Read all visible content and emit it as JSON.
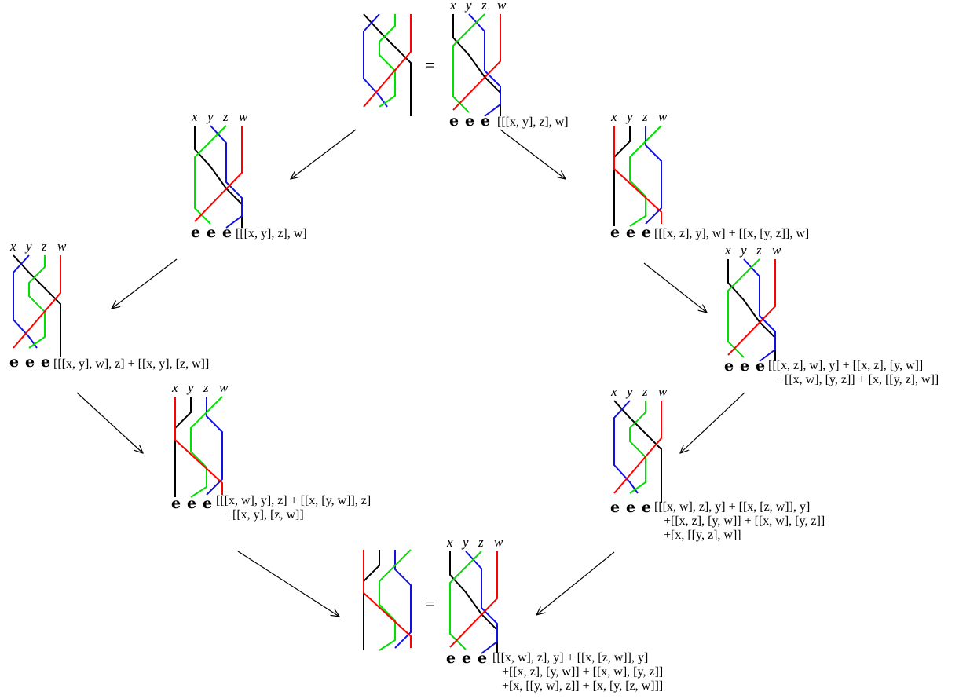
{
  "diagram": {
    "colors": {
      "x": "#1010e0",
      "y": "#00e000",
      "z": "#ff0000",
      "w": "#000000"
    },
    "strand_labels": [
      "x",
      "y",
      "z",
      "w"
    ],
    "equals_sign": "=",
    "e_glyph": "e",
    "nodes": [
      {
        "id": "top",
        "formula_lines": [
          "[[[x, y], z], w]"
        ]
      },
      {
        "id": "left1",
        "formula_lines": [
          "[[[x, y], z], w]"
        ]
      },
      {
        "id": "right1",
        "formula_lines": [
          "[[[x, z], y], w] + [[x, [y, z]], w]"
        ]
      },
      {
        "id": "left2",
        "formula_lines": [
          "[[[x, y], w], z] + [[x, y], [z, w]]"
        ]
      },
      {
        "id": "right2",
        "formula_lines": [
          "[[[x, z], w], y] + [[x, z], [y, w]]",
          "+[[x, w], [y, z]] + [x, [[y, z], w]]"
        ]
      },
      {
        "id": "left3",
        "formula_lines": [
          "[[[x, w], y], z] + [[x, [y, w]], z]",
          "+[[x, y], [z, w]]"
        ]
      },
      {
        "id": "right3",
        "formula_lines": [
          "[[[x, w], z], y] + [[x, [z, w]], y]",
          "+[[x, z], [y, w]] + [[x, w], [y, z]]",
          "+[x, [[y, z], w]]"
        ]
      },
      {
        "id": "bottom",
        "formula_lines": [
          "[[[x, w], z], y] + [[x, [z, w]], y]",
          "+[[x, z], [y, w]] + [[x, w], [y, z]]",
          "+[x, [[y, w], z]] + [x, [y, [z, w]]]"
        ]
      }
    ]
  }
}
